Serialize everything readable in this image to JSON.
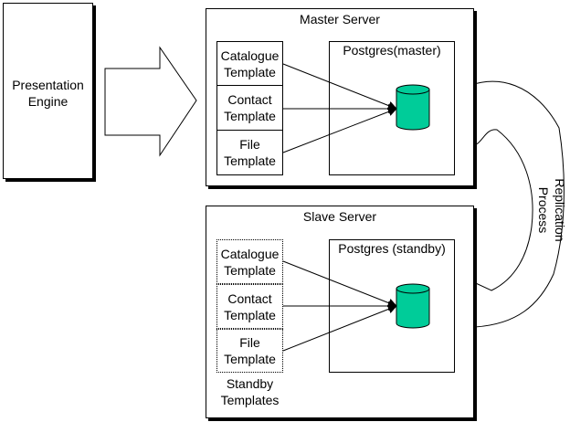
{
  "presentation": {
    "line1": "Presentation",
    "line2": "Engine"
  },
  "master": {
    "title": "Master Server",
    "db_label": "Postgres(master)",
    "templates": [
      {
        "l1": "Catalogue",
        "l2": "Template"
      },
      {
        "l1": "Contact",
        "l2": "Template"
      },
      {
        "l1": "File",
        "l2": "Template"
      }
    ]
  },
  "slave": {
    "title": "Slave Server",
    "db_label": "Postgres (standby)",
    "templates": [
      {
        "l1": "Catalogue",
        "l2": "Template"
      },
      {
        "l1": "Contact",
        "l2": "Template"
      },
      {
        "l1": "File",
        "l2": "Template"
      }
    ],
    "standby_l1": "Standby",
    "standby_l2": "Templates"
  },
  "replication": {
    "line1": "Replication",
    "line2": "Process"
  },
  "colors": {
    "db_fill": "#00cc99",
    "stroke": "#000000",
    "background": "#ffffff"
  }
}
